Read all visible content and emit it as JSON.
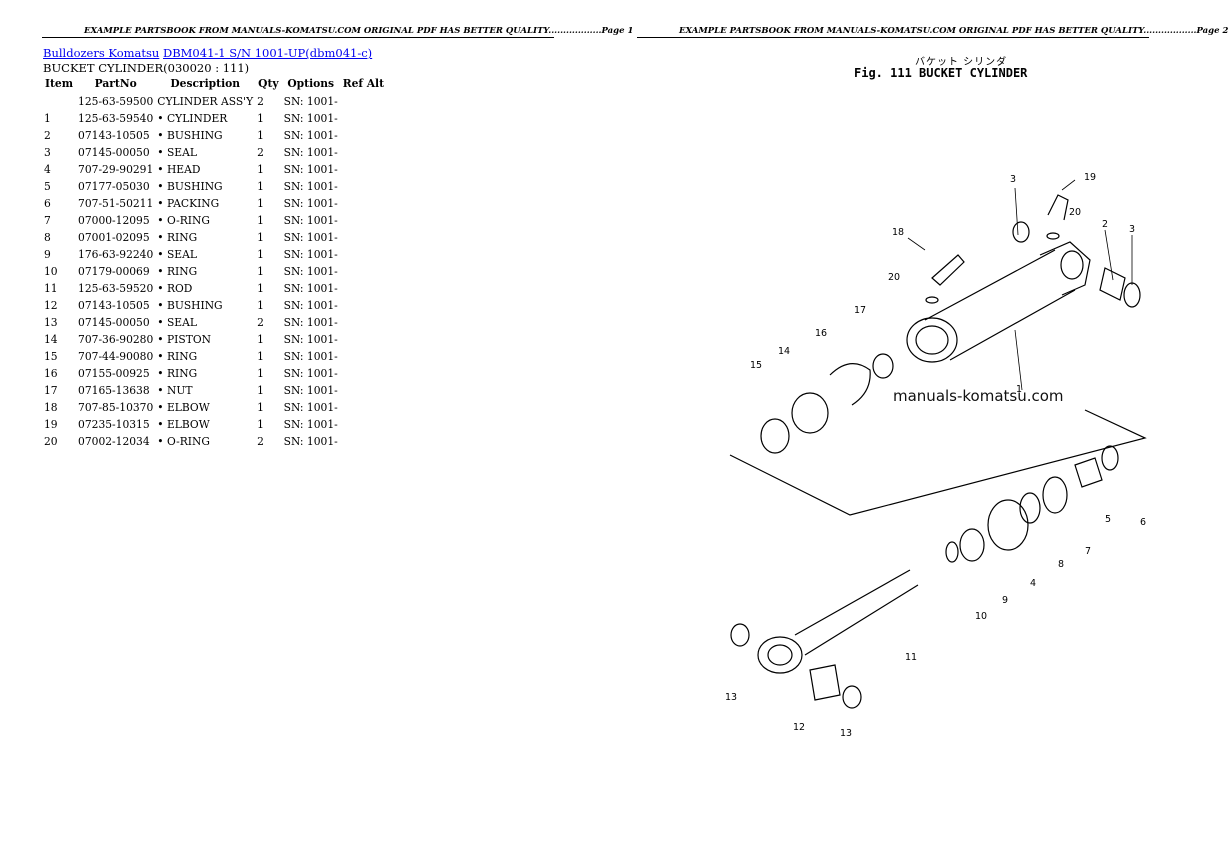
{
  "header": {
    "left": "EXAMPLE PARTSBOOK FROM MANUALS-KOMATSU.COM ORIGINAL PDF HAS BETTER QUALITY..................Page 1",
    "right": "EXAMPLE PARTSBOOK FROM MANUALS-KOMATSU.COM ORIGINAL PDF HAS BETTER QUALITY..................Page 2"
  },
  "breadcrumb": {
    "link1": "Bulldozers Komatsu",
    "link2": "DBM041-1 S/N 1001-UP(dbm041-c)"
  },
  "section_title": "BUCKET CYLINDER(030020 : 111)",
  "table": {
    "headers": [
      "Item",
      "PartNo",
      "Description",
      "Qty",
      "Options",
      "Ref Alt"
    ],
    "rows": [
      {
        "item": "",
        "part": "125-63-59500",
        "desc": "CYLINDER ASS'Y",
        "qty": "2",
        "opt": "SN: 1001-"
      },
      {
        "item": "1",
        "part": "125-63-59540",
        "desc": "• CYLINDER",
        "qty": "1",
        "opt": "SN: 1001-"
      },
      {
        "item": "2",
        "part": "07143-10505",
        "desc": "• BUSHING",
        "qty": "1",
        "opt": "SN: 1001-"
      },
      {
        "item": "3",
        "part": "07145-00050",
        "desc": "• SEAL",
        "qty": "2",
        "opt": "SN: 1001-"
      },
      {
        "item": "4",
        "part": "707-29-90291",
        "desc": "• HEAD",
        "qty": "1",
        "opt": "SN: 1001-"
      },
      {
        "item": "5",
        "part": "07177-05030",
        "desc": "• BUSHING",
        "qty": "1",
        "opt": "SN: 1001-"
      },
      {
        "item": "6",
        "part": "707-51-50211",
        "desc": "• PACKING",
        "qty": "1",
        "opt": "SN: 1001-"
      },
      {
        "item": "7",
        "part": "07000-12095",
        "desc": "• O-RING",
        "qty": "1",
        "opt": "SN: 1001-"
      },
      {
        "item": "8",
        "part": "07001-02095",
        "desc": "• RING",
        "qty": "1",
        "opt": "SN: 1001-"
      },
      {
        "item": "9",
        "part": "176-63-92240",
        "desc": "• SEAL",
        "qty": "1",
        "opt": "SN: 1001-"
      },
      {
        "item": "10",
        "part": "07179-00069",
        "desc": "• RING",
        "qty": "1",
        "opt": "SN: 1001-"
      },
      {
        "item": "11",
        "part": "125-63-59520",
        "desc": "• ROD",
        "qty": "1",
        "opt": "SN: 1001-"
      },
      {
        "item": "12",
        "part": "07143-10505",
        "desc": "• BUSHING",
        "qty": "1",
        "opt": "SN: 1001-"
      },
      {
        "item": "13",
        "part": "07145-00050",
        "desc": "• SEAL",
        "qty": "2",
        "opt": "SN: 1001-"
      },
      {
        "item": "14",
        "part": "707-36-90280",
        "desc": "• PISTON",
        "qty": "1",
        "opt": "SN: 1001-"
      },
      {
        "item": "15",
        "part": "707-44-90080",
        "desc": "• RING",
        "qty": "1",
        "opt": "SN: 1001-"
      },
      {
        "item": "16",
        "part": "07155-00925",
        "desc": "• RING",
        "qty": "1",
        "opt": "SN: 1001-"
      },
      {
        "item": "17",
        "part": "07165-13638",
        "desc": "• NUT",
        "qty": "1",
        "opt": "SN: 1001-"
      },
      {
        "item": "18",
        "part": "707-85-10370",
        "desc": "• ELBOW",
        "qty": "1",
        "opt": "SN: 1001-"
      },
      {
        "item": "19",
        "part": "07235-10315",
        "desc": "• ELBOW",
        "qty": "1",
        "opt": "SN: 1001-"
      },
      {
        "item": "20",
        "part": "07002-12034",
        "desc": "• O-RING",
        "qty": "2",
        "opt": "SN: 1001-"
      }
    ]
  },
  "figure": {
    "japanese_title": "バケット シリンダ",
    "title": "Fig. 111  BUCKET CYLINDER",
    "watermark": "manuals-komatsu.com",
    "callouts": [
      "1",
      "2",
      "3",
      "3",
      "4",
      "5",
      "6",
      "7",
      "8",
      "9",
      "10",
      "11",
      "12",
      "13",
      "13",
      "14",
      "15",
      "16",
      "17",
      "18",
      "19",
      "20",
      "20"
    ]
  },
  "colors": {
    "link": "#0000ee",
    "text": "#000000",
    "background": "#ffffff"
  }
}
